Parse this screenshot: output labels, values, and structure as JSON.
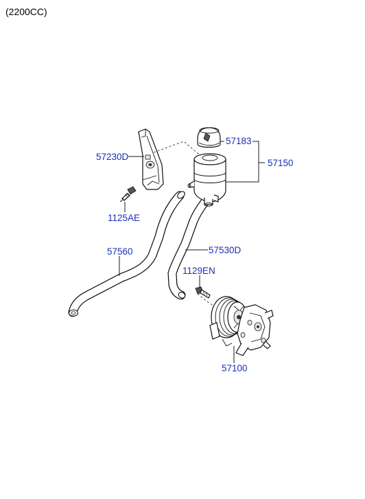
{
  "header": {
    "engine_variant": "(2200CC)"
  },
  "parts": {
    "p57183": "57183",
    "p57150": "57150",
    "p57230D": "57230D",
    "p1125AE": "1125AE",
    "p57560": "57560",
    "p57530D": "57530D",
    "p1129EN": "1129EN",
    "p57100": "57100"
  }
}
